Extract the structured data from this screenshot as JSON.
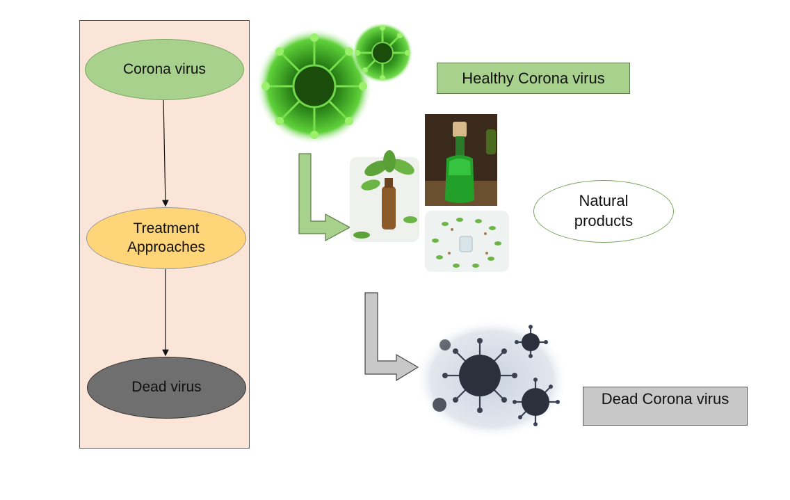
{
  "flowchart": {
    "nodes": [
      {
        "label": "Corona virus"
      },
      {
        "label": "Treatment\nApproaches"
      },
      {
        "label": "Dead virus"
      }
    ]
  },
  "labels": {
    "healthy": "Healthy Corona virus",
    "natural": "Natural\nproducts",
    "dead": "Dead Corona virus"
  },
  "colors": {
    "panel": "#fbe5d9",
    "corona_node": "#a9d18e",
    "treatment_node": "#ffd57a",
    "dead_node": "#6f6f6f",
    "healthy_label": "#a9d18e",
    "dead_label": "#c8c8c8",
    "green_arrow": "#a9d18e",
    "gray_arrow": "#c8c8c8",
    "virus_green": "#4fbf2a",
    "virus_dark": "#3a4150"
  }
}
